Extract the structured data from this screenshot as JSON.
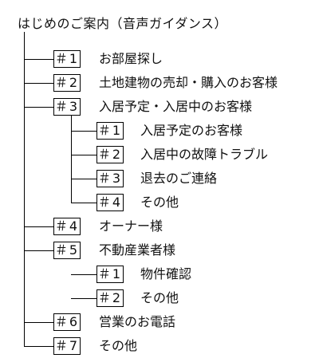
{
  "title": "はじめのご案内（音声ガイダンス）",
  "items": [
    {
      "code": "＃1",
      "label": "お部屋探し",
      "children": []
    },
    {
      "code": "＃2",
      "label": "土地建物の売却・購入のお客様",
      "children": []
    },
    {
      "code": "＃3",
      "label": "入居予定・入居中のお客様",
      "children": [
        {
          "code": "＃1",
          "label": "入居予定のお客様"
        },
        {
          "code": "＃2",
          "label": "入居中の故障トラブル"
        },
        {
          "code": "＃3",
          "label": "退去のご連絡"
        },
        {
          "code": "＃4",
          "label": "その他"
        }
      ]
    },
    {
      "code": "＃4",
      "label": "オーナー様",
      "children": []
    },
    {
      "code": "＃5",
      "label": "不動産業者様",
      "children": [
        {
          "code": "＃1",
          "label": "物件確認"
        },
        {
          "code": "＃2",
          "label": "その他"
        }
      ]
    },
    {
      "code": "＃6",
      "label": "営業のお電話",
      "children": []
    },
    {
      "code": "＃7",
      "label": "その他",
      "children": []
    }
  ]
}
